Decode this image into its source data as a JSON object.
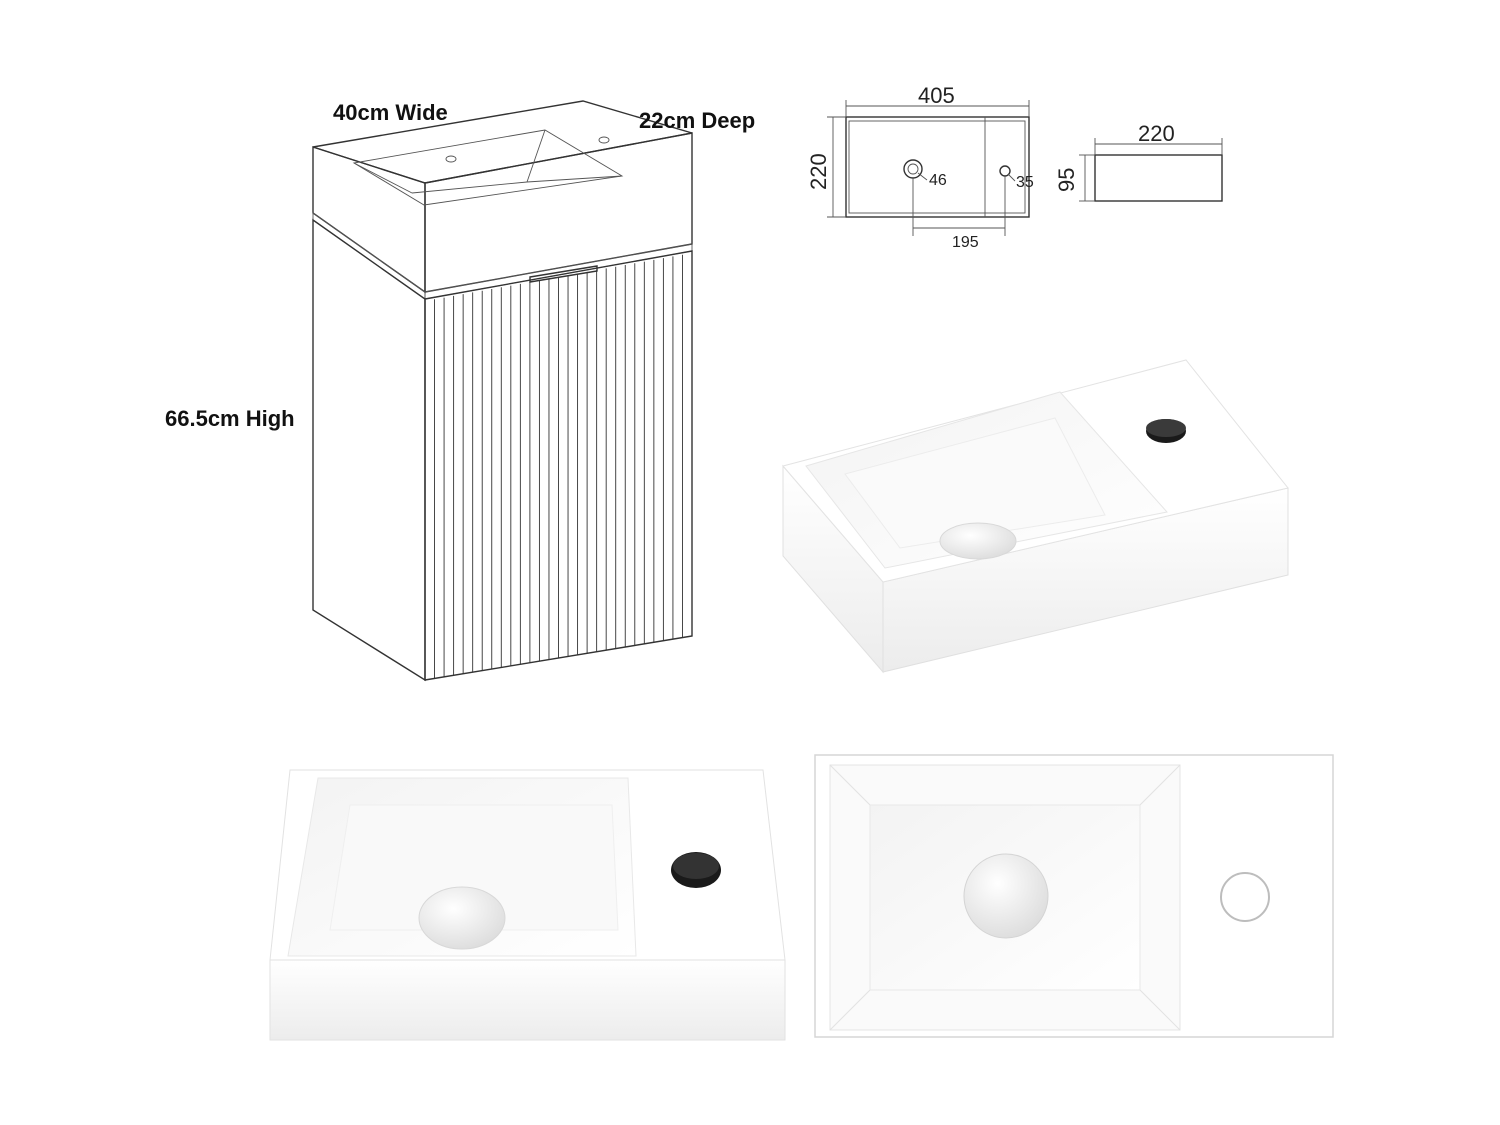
{
  "cabinet_labels": {
    "width": "40cm Wide",
    "depth": "22cm Deep",
    "height": "66.5cm High"
  },
  "top_view_dims": {
    "length": "405",
    "width": "220",
    "drain_dia": "46",
    "tap_dia": "35",
    "hole_spacing": "195"
  },
  "side_view_dims": {
    "width": "220",
    "height": "95"
  },
  "colors": {
    "line": "#333333",
    "ceramic": "#ffffff",
    "shadow": "#e6e6e6",
    "hole": "#1a1a1a"
  }
}
